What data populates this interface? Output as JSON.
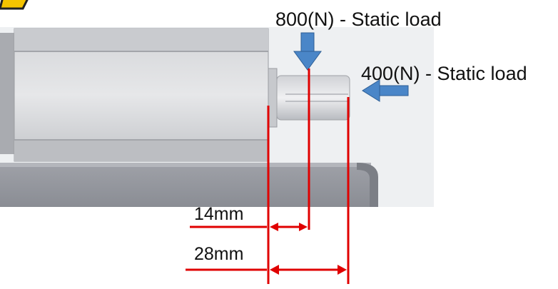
{
  "loads": [
    {
      "text": "800(N) - Static load",
      "direction": "down"
    },
    {
      "text": "400(N) - Static load",
      "direction": "left"
    }
  ],
  "dimensions": [
    {
      "text": "14mm"
    },
    {
      "text": "28mm"
    }
  ],
  "colors": {
    "arrow": "#4a86c8",
    "dimension_line": "#e00000",
    "body": "#b9bbbf",
    "shadow": "#8a8d93",
    "label": "#111111",
    "warning": "#f5c400"
  },
  "icons": [
    "warning-icon",
    "load-arrow-down-icon",
    "load-arrow-left-icon"
  ]
}
